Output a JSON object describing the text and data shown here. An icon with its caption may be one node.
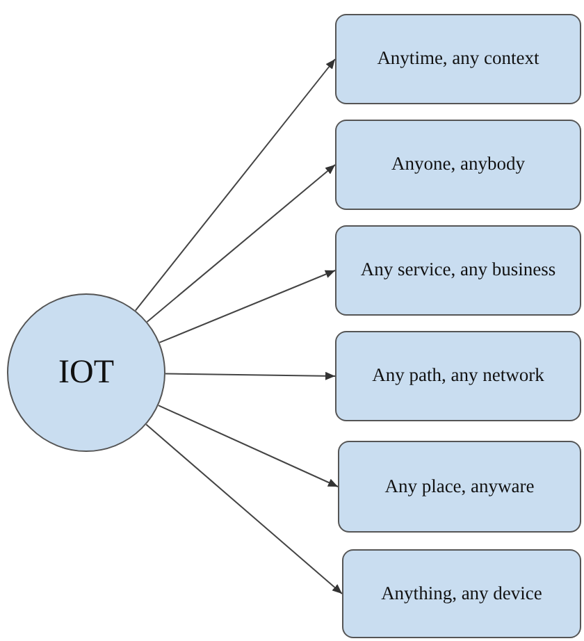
{
  "diagram": {
    "nodes": [
      {
        "text": [
          "IOT"
        ]
      },
      {
        "text": [
          "Anytime, any context"
        ]
      },
      {
        "text": [
          "Anyone, anybody"
        ]
      },
      {
        "text": [
          "Any service, any business"
        ]
      },
      {
        "text": [
          "Any path, any network"
        ]
      },
      {
        "text": [
          "Any place, anyware"
        ]
      },
      {
        "text": [
          "Anything, any device"
        ]
      }
    ],
    "edges": [
      {
        "from": 0,
        "to": 1,
        "arrow": "to"
      },
      {
        "from": 0,
        "to": 2,
        "arrow": "to"
      },
      {
        "from": 0,
        "to": 3,
        "arrow": "to"
      },
      {
        "from": 0,
        "to": 4,
        "arrow": "to"
      },
      {
        "from": 0,
        "to": 5,
        "arrow": "to"
      },
      {
        "from": 0,
        "to": 6,
        "arrow": "to"
      }
    ]
  }
}
